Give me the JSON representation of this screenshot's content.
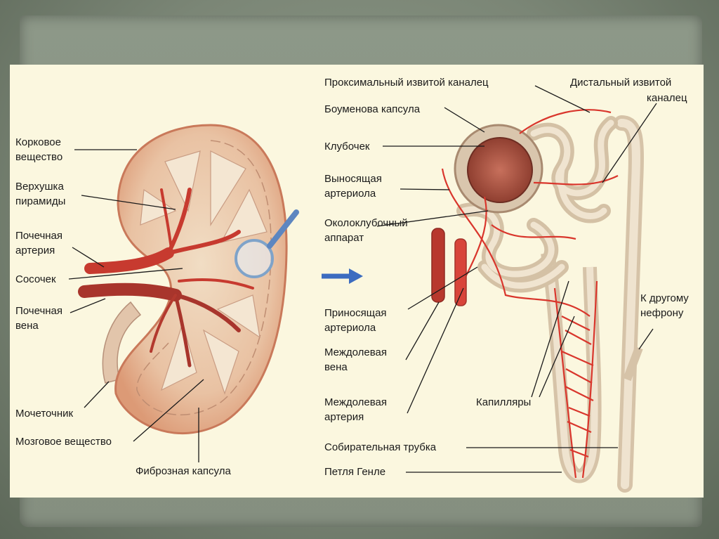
{
  "labels": {
    "kortikovoe_1": "Корковое",
    "kortikovoe_2": "вещество",
    "verkhushka_1": "Верхушка",
    "verkhushka_2": "пирамиды",
    "arteriya_1": "Почечная",
    "arteriya_2": "артерия",
    "sosochek": "Сосочек",
    "vena_1": "Почечная",
    "vena_2": "вена",
    "mochetochnik": "Мочеточник",
    "mozgovoe": "Мозговое вещество",
    "fibroznaya": "Фиброзная капсула",
    "proksimalny": "Проксимальный извитой каналец",
    "distalny_1": "Дистальный извитой",
    "distalny_2": "каналец",
    "boumenova": "Боуменова капсула",
    "klubochek": "Клубочек",
    "vynosyashchaya_1": "Выносящая",
    "vynosyashchaya_2": "артериола",
    "okoloklubochkovy_1": "Околоклубочный",
    "okoloklubochkovy_2": "аппарат",
    "prinosyashchaya_1": "Приносящая",
    "prinosyashchaya_2": "артериола",
    "mezhdolevaya_vena_1": "Междолевая",
    "mezhdolevaya_vena_2": "вена",
    "mezhdolevaya_arteriya_1": "Междолевая",
    "mezhdolevaya_arteriya_2": "артерия",
    "kapillyary": "Капилляры",
    "drugomu_1": "К другому",
    "drugomu_2": "нефрону",
    "sobiratelnaya": "Собирательная трубка",
    "petlya": "Петля Генле"
  },
  "colors": {
    "panel": "#fbf7df",
    "vessel": "#d9362c",
    "tubule": "#d8c8b0",
    "kidney_edge": "#d98b67",
    "arrow": "#3c6cc0"
  }
}
